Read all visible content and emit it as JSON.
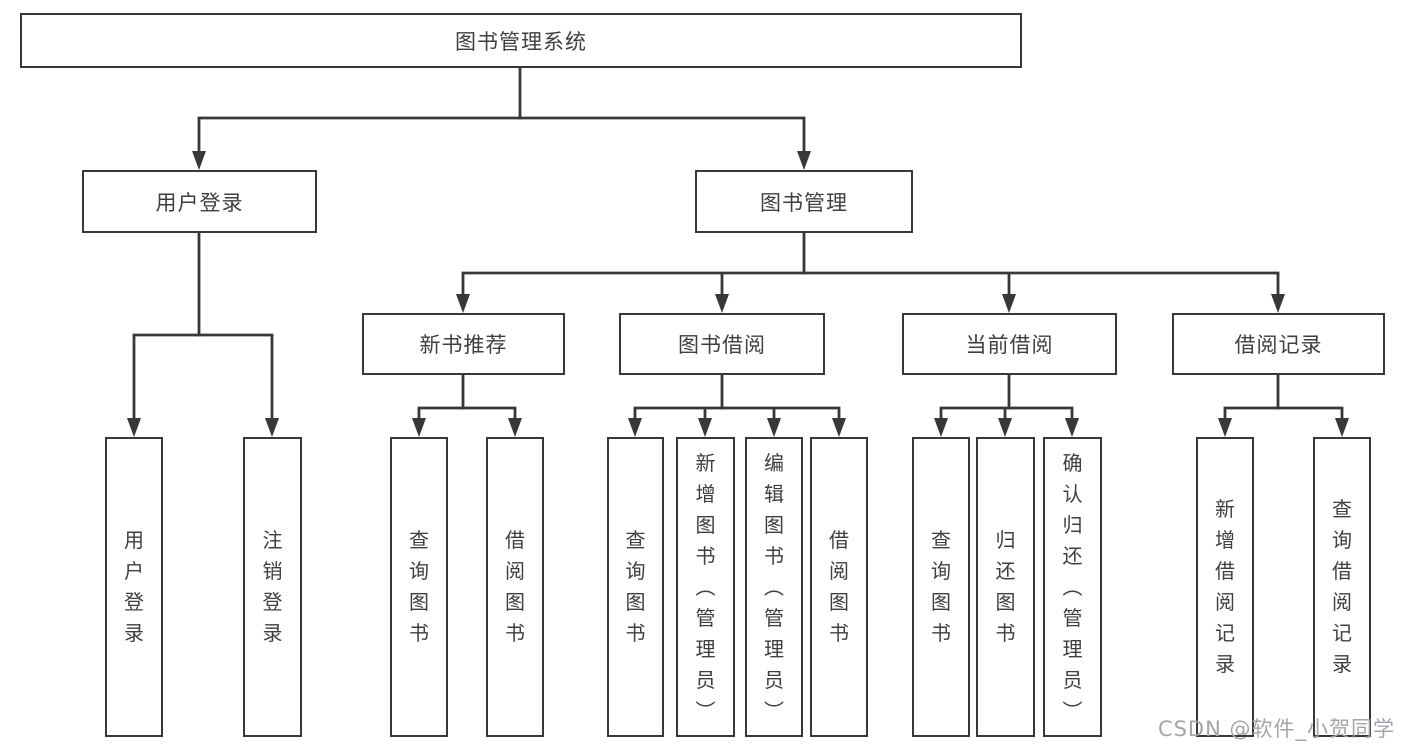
{
  "diagram": {
    "root": {
      "label": "图书管理系统"
    },
    "level1": [
      {
        "label": "用户登录"
      },
      {
        "label": "图书管理"
      }
    ],
    "level2": [
      {
        "label": "新书推荐"
      },
      {
        "label": "图书借阅"
      },
      {
        "label": "当前借阅"
      },
      {
        "label": "借阅记录"
      }
    ],
    "leaves": {
      "user_login": [
        "用户登录",
        "注销登录"
      ],
      "new_books": [
        "查询图书",
        "借阅图书"
      ],
      "book_borrow": [
        "查询图书",
        "新增图书（管理员）",
        "编辑图书（管理员）",
        "借阅图书"
      ],
      "current_borrow": [
        "查询图书",
        "归还图书",
        "确认归还（管理员）"
      ],
      "borrow_records": [
        "新增借阅记录",
        "查询借阅记录"
      ]
    }
  },
  "watermark": "CSDN @软件_小贺同学",
  "colors": {
    "line": "#383838",
    "box_border": "#383838",
    "text": "#3f3f3f",
    "watermark": "#a2a6ab",
    "background": "#ffffff"
  }
}
